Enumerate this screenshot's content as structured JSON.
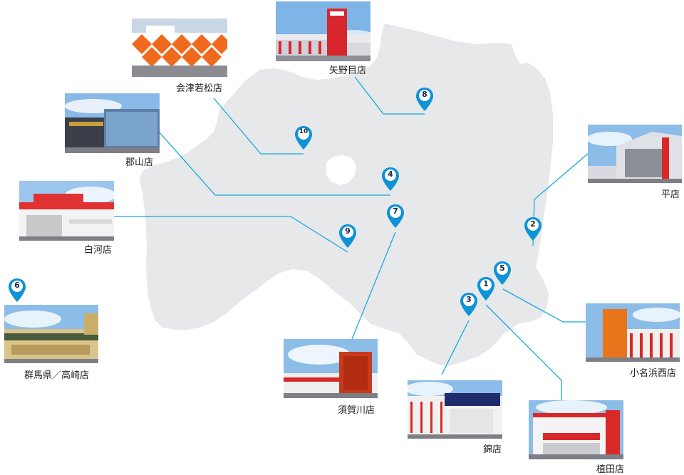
{
  "colors": {
    "land": "#e6e8ea",
    "line": "#1aa8df",
    "pin": "#0d93d6",
    "pin_center": "#ffffff"
  },
  "stores": [
    {
      "id": "1",
      "number": "1",
      "name": "植田店",
      "photo": "store-1-photo"
    },
    {
      "id": "2",
      "number": "2",
      "name": "平店",
      "photo": "store-2-photo"
    },
    {
      "id": "3",
      "number": "3",
      "name": "錦店",
      "photo": "store-3-photo"
    },
    {
      "id": "4",
      "number": "4",
      "name": "郡山店",
      "photo": "store-4-photo"
    },
    {
      "id": "5",
      "number": "5",
      "name": "小名浜西店",
      "photo": "store-5-photo"
    },
    {
      "id": "6",
      "number": "6",
      "name": "群馬県／高崎店",
      "photo": "store-6-photo"
    },
    {
      "id": "7",
      "number": "7",
      "name": "須賀川店",
      "photo": "store-7-photo"
    },
    {
      "id": "8",
      "number": "8",
      "name": "矢野目店",
      "photo": "store-8-photo"
    },
    {
      "id": "9",
      "number": "9",
      "name": "白河店",
      "photo": "store-9-photo"
    },
    {
      "id": "10",
      "number": "10",
      "name": "会津若松店",
      "photo": "store-10-photo"
    }
  ]
}
